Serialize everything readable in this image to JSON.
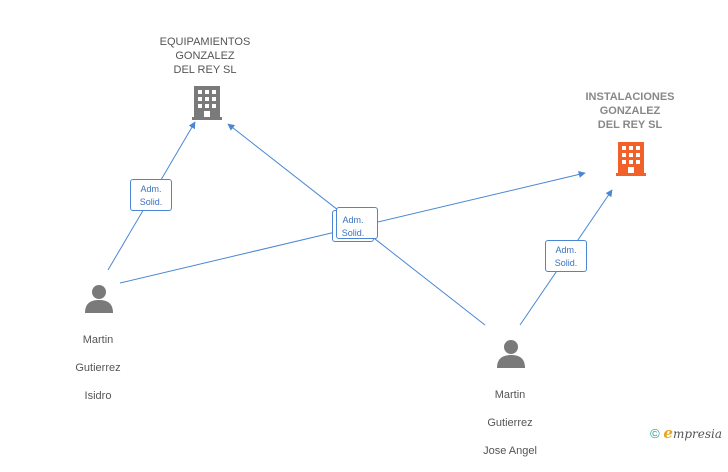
{
  "companies": [
    {
      "id": "c1",
      "lines": [
        "EQUIPAMIENTOS",
        "GONZALEZ",
        "DEL REY SL"
      ],
      "icon": "building-icon",
      "color": "#7a7a7a",
      "highlight": false
    },
    {
      "id": "c2",
      "lines": [
        "INSTALACIONES",
        "GONZALEZ",
        "DEL REY SL"
      ],
      "icon": "building-icon",
      "color": "#f2612a",
      "highlight": true
    }
  ],
  "people": [
    {
      "id": "p1",
      "lines": [
        "Martin",
        "Gutierrez",
        "Isidro"
      ],
      "icon": "person-icon",
      "color": "#7a7a7a"
    },
    {
      "id": "p2",
      "lines": [
        "Martin",
        "Gutierrez",
        "Jose Angel"
      ],
      "icon": "person-icon",
      "color": "#7a7a7a"
    }
  ],
  "badges": [
    {
      "id": "b1",
      "line1": "Adm.",
      "line2": "Solid."
    },
    {
      "id": "b2",
      "line1": "Adm.",
      "line2": "Solid."
    },
    {
      "id": "b3",
      "line1": "Adm.",
      "line2": "Solid."
    }
  ],
  "edge_color": "#4a86d4",
  "footer": {
    "copyright": "©",
    "brand_initial": "e",
    "brand_rest": "mpresia"
  }
}
